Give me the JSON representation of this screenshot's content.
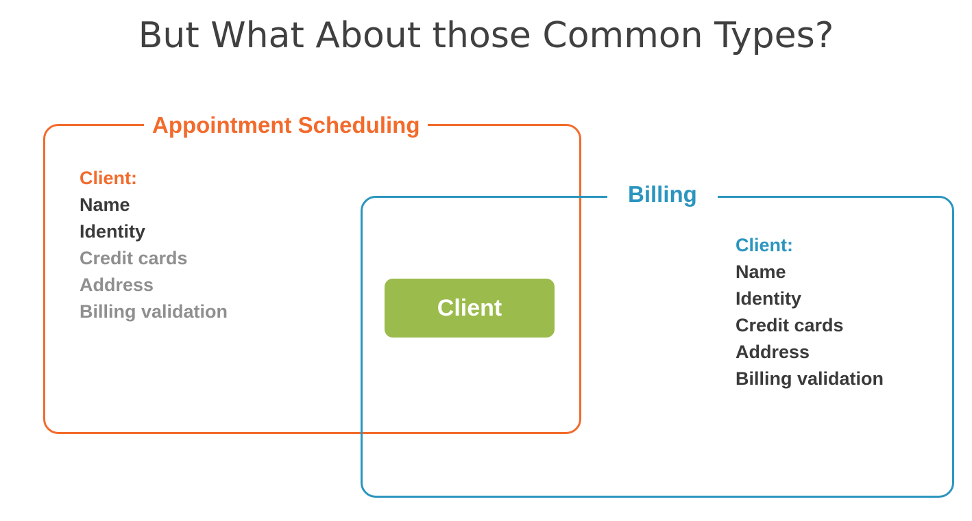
{
  "slide": {
    "title": "But What About those Common Types?"
  },
  "colors": {
    "orange": "#F26B2C",
    "blue": "#2A95BF",
    "green": "#9BBB4C"
  },
  "contexts": {
    "appointment": {
      "title": "Appointment Scheduling",
      "heading": "Client:",
      "fields": [
        {
          "label": "Name",
          "relevant": true
        },
        {
          "label": "Identity",
          "relevant": true
        },
        {
          "label": "Credit cards",
          "relevant": false
        },
        {
          "label": "Address",
          "relevant": false
        },
        {
          "label": "Billing validation",
          "relevant": false
        }
      ]
    },
    "billing": {
      "title": "Billing",
      "heading": "Client:",
      "fields": [
        {
          "label": "Name",
          "relevant": true
        },
        {
          "label": "Identity",
          "relevant": true
        },
        {
          "label": "Credit cards",
          "relevant": true
        },
        {
          "label": "Address",
          "relevant": true
        },
        {
          "label": "Billing validation",
          "relevant": true
        }
      ]
    }
  },
  "shared_entity": {
    "label": "Client"
  }
}
